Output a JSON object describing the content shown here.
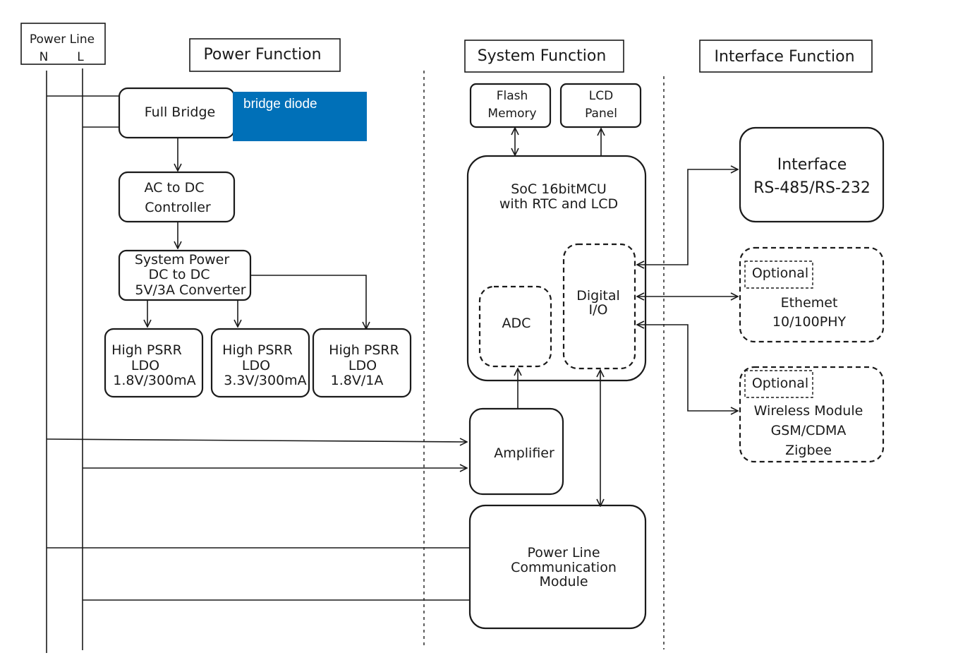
{
  "power_line": {
    "title": "Power Line",
    "n": "N",
    "l": "L"
  },
  "headers": {
    "power": "Power Function",
    "system": "System Function",
    "interface": "Interface Function"
  },
  "callout": {
    "text": "bridge diode",
    "color": "#0070b8"
  },
  "power_blocks": {
    "full_bridge": "Full Bridge",
    "ac_dc": [
      "AC to DC",
      "Controller"
    ],
    "sys_power": [
      "System Power",
      "DC to DC",
      "5V/3A Converter"
    ],
    "ldo1": [
      "High PSRR",
      "LDO",
      "1.8V/300mA"
    ],
    "ldo2": [
      "High PSRR",
      "LDO",
      "3.3V/300mA"
    ],
    "ldo3": [
      "High PSRR",
      "LDO",
      "1.8V/1A"
    ]
  },
  "system_blocks": {
    "flash": [
      "Flash",
      "Memory"
    ],
    "lcd": [
      "LCD",
      "Panel"
    ],
    "soc": [
      "SoC 16bitMCU",
      "with RTC and LCD"
    ],
    "adc": "ADC",
    "dio": [
      "Digital",
      "I/O"
    ],
    "amplifier": "Amplifier",
    "plc": [
      "Power Line",
      "Communication",
      "Module"
    ]
  },
  "interface_blocks": {
    "serial": [
      "Interface",
      "RS-485/RS-232"
    ],
    "ethernet": {
      "tag": "Optional",
      "lines": [
        "Ethemet",
        "10/100PHY"
      ]
    },
    "wireless": {
      "tag": "Optional",
      "lines": [
        "Wireless Module",
        "GSM/CDMA",
        "Zigbee"
      ]
    }
  }
}
